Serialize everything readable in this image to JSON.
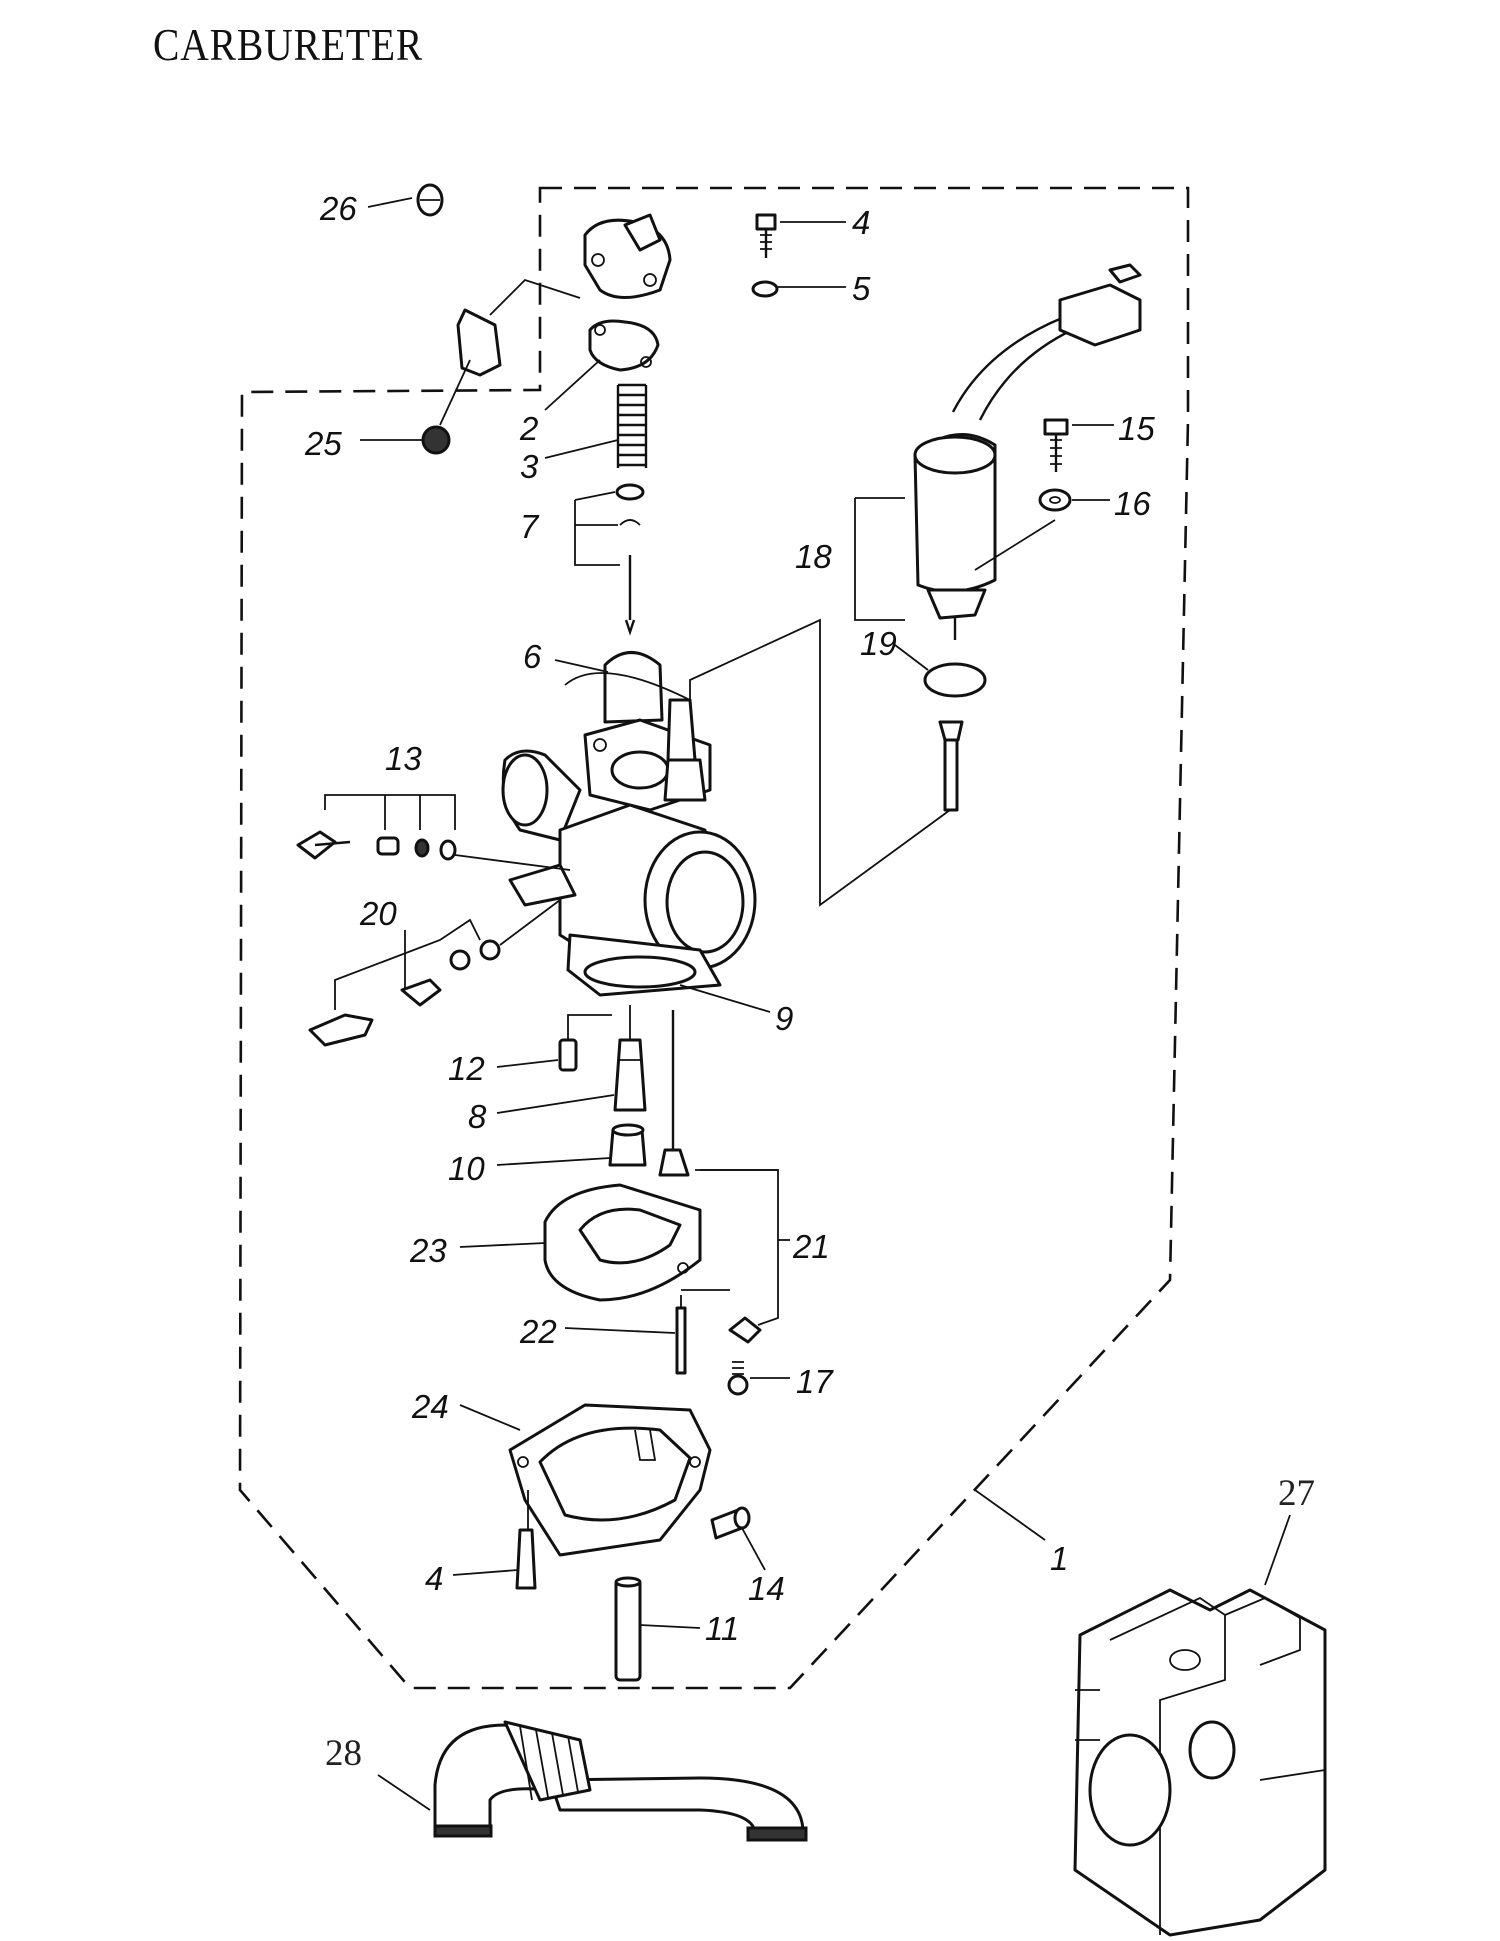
{
  "page": {
    "title": "CARBURETER"
  },
  "callouts": {
    "c1": "1",
    "c2": "2",
    "c3": "3",
    "c4a": "4",
    "c4b": "4",
    "c5": "5",
    "c6": "6",
    "c7": "7",
    "c8": "8",
    "c9": "9",
    "c10": "10",
    "c11": "11",
    "c12": "12",
    "c13": "13",
    "c14": "14",
    "c15": "15",
    "c16": "16",
    "c17": "17",
    "c18": "18",
    "c19": "19",
    "c20": "20",
    "c21": "21",
    "c22": "22",
    "c23": "23",
    "c24": "24",
    "c25": "25",
    "c26": "26",
    "c27": "27",
    "c28": "28"
  }
}
